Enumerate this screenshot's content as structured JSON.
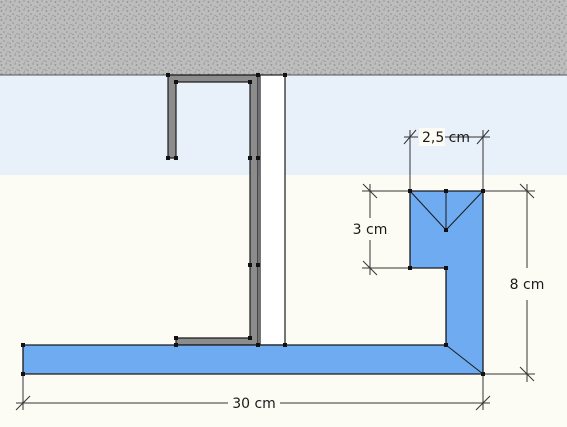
{
  "colors": {
    "ceiling": "#bdbdbd",
    "ceiling_speckle": "#8f8f8f",
    "wall_tint": "#e8f1fa",
    "room": "#fdfcf4",
    "metal_profile": "#8c8c8c",
    "plaster_board": "#ffffff",
    "cornice_profile": "#6eabf0",
    "outline": "#1a1a1a",
    "node": "#111111"
  },
  "dimensions": {
    "width_label": "2,5 cm",
    "drop_label": "3 cm",
    "height_label": "8 cm",
    "length_label": "30 cm"
  }
}
